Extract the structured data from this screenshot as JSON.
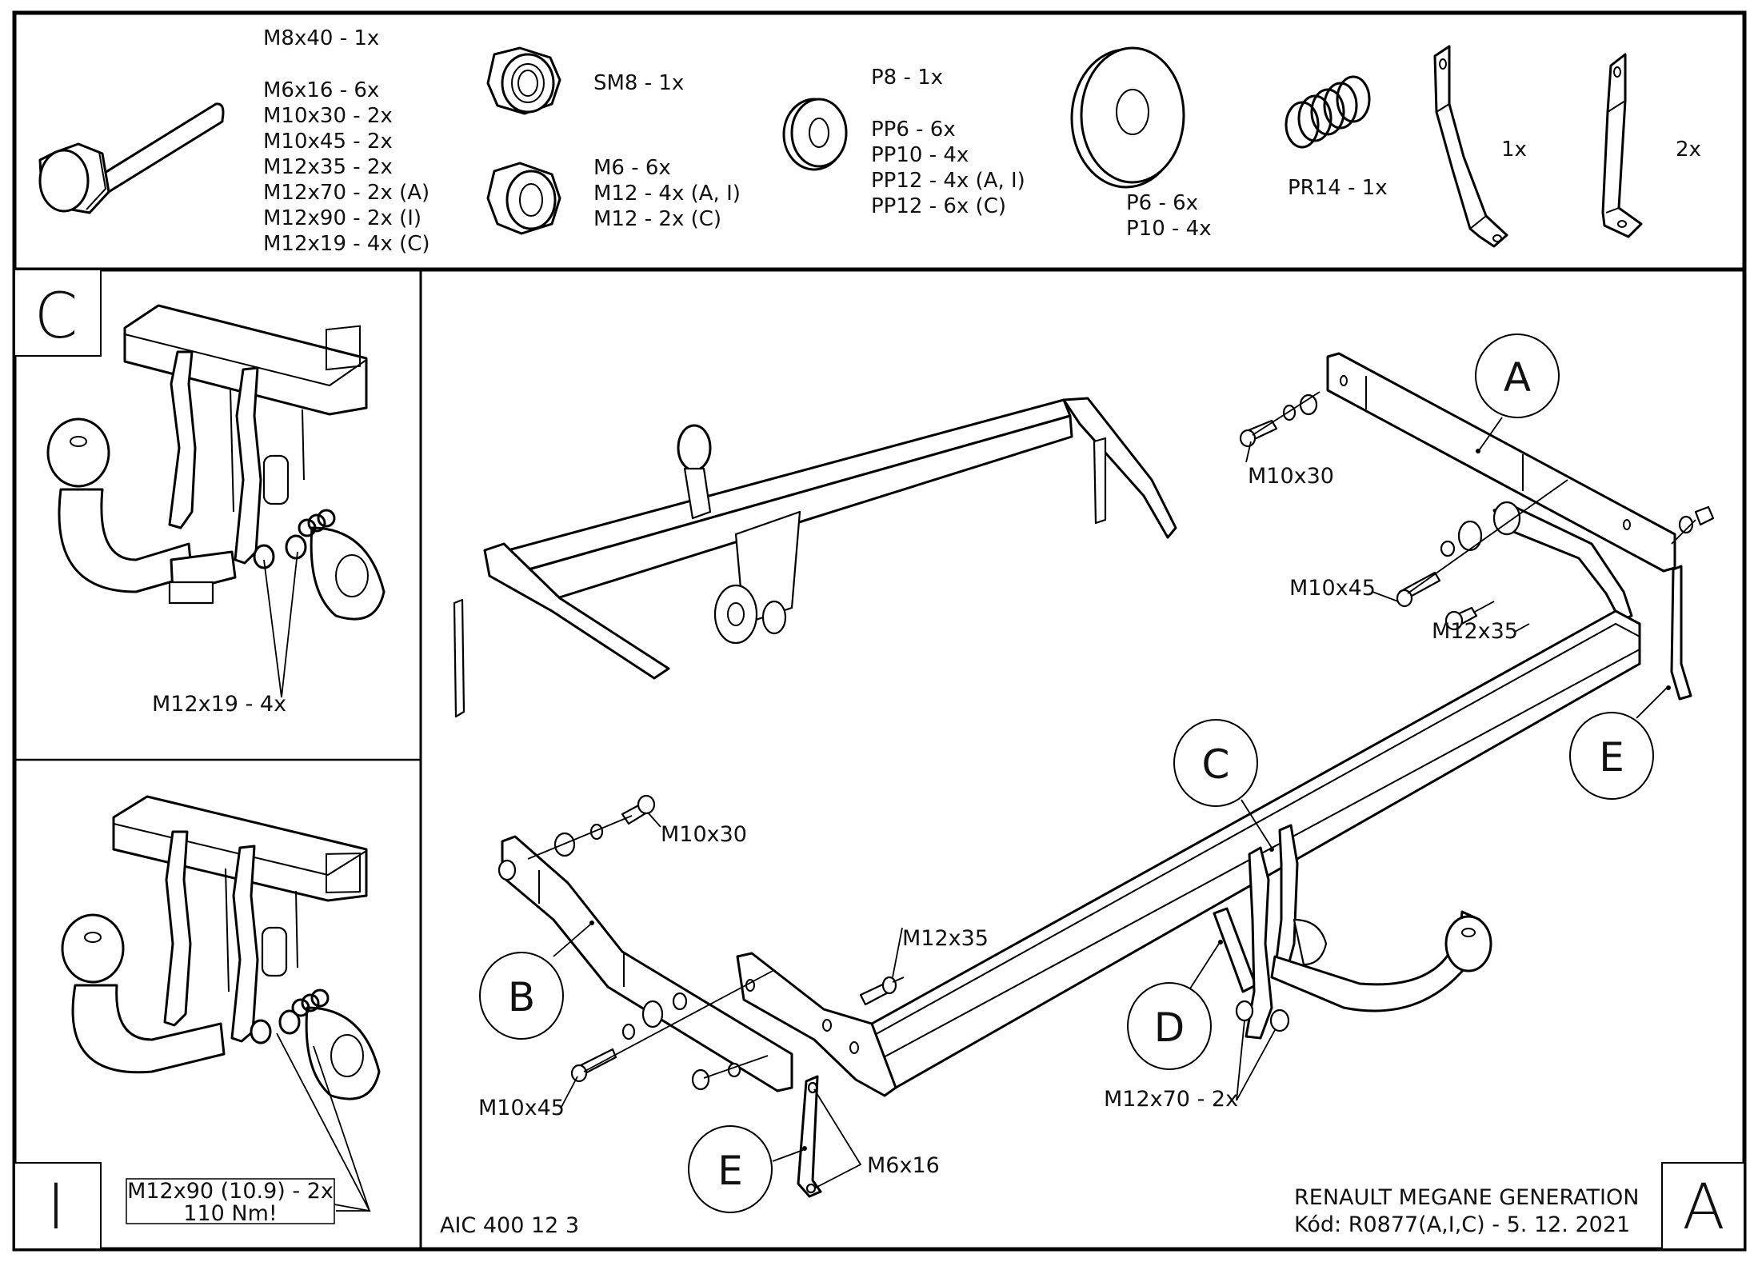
{
  "document": {
    "vehicle_title": "RENAULT MEGANE GENERATION",
    "code_line": "Kód: R0877(A,I,C) - 5. 12. 2021",
    "drawing_number": "AIC 400 12 3",
    "main_panel_letter": "A"
  },
  "parts_list": {
    "bolts": {
      "icon": "hex-bolt-icon",
      "header": "M8x40 - 1x",
      "items": [
        "M6x16 - 6x",
        "M10x30 - 2x",
        "M10x45 - 2x",
        "M12x35 - 2x",
        "M12x70 - 2x (A)",
        "M12x90 - 2x (I)",
        "M12x19 - 4x (C)"
      ]
    },
    "lock_nut": {
      "icon": "lock-nut-icon",
      "label": "SM8 - 1x"
    },
    "nuts": {
      "icon": "hex-nut-icon",
      "items": [
        "M6 - 6x",
        "M12 - 4x (A, I)",
        "M12 - 2x (C)"
      ]
    },
    "washers": {
      "icon": "washer-icon",
      "header": "P8 - 1x",
      "items": [
        "PP6 - 6x",
        "PP10 - 4x",
        "PP12 - 4x (A, I)",
        "PP12 - 6x (C)"
      ]
    },
    "large_washers": {
      "icon": "large-washer-icon",
      "items": [
        "P6 - 6x",
        "P10 - 4x"
      ]
    },
    "spring": {
      "icon": "spring-icon",
      "label": "PR14 - 1x"
    },
    "bracket_long": {
      "icon": "bracket-icon",
      "label": "1x"
    },
    "bracket_short": {
      "icon": "bracket-icon",
      "label": "2x"
    }
  },
  "variant_panels": [
    {
      "letter": "C",
      "bolt_label": "M12x19 - 4x"
    },
    {
      "letter": "I",
      "note_line1": "M12x90 (10.9) - 2x",
      "note_line2": "110 Nm!"
    }
  ],
  "main_drawing": {
    "callouts": {
      "A": "A",
      "B": "B",
      "C": "C",
      "D": "D",
      "E_right": "E",
      "E_left": "E"
    },
    "fastener_labels": {
      "m10x30_right": "M10x30",
      "m10x45_right": "M10x45",
      "m12x35_right": "M12x35",
      "m10x30_left": "M10x30",
      "m12x35_left": "M12x35",
      "m10x45_left": "M10x45",
      "m6x16": "M6x16",
      "m12x70": "M12x70 - 2x"
    }
  }
}
